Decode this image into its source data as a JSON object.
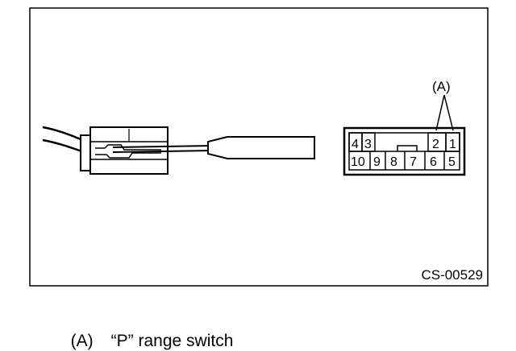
{
  "diagram": {
    "code": "CS-00529",
    "callout_label": "(A)",
    "pins_top": [
      "4",
      "3",
      "2",
      "1"
    ],
    "pins_bottom": [
      "10",
      "9",
      "8",
      "7",
      "6",
      "5"
    ]
  },
  "legend": {
    "key": "(A)",
    "text": "“P” range switch"
  }
}
